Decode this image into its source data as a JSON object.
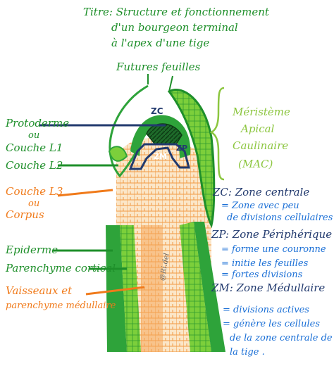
{
  "title": {
    "line1": "Titre: Structure et fonctionnement",
    "line2": "d'un bourgeon terminal",
    "line3": "à l'apex d'une tige"
  },
  "labels": {
    "futures_feuilles": "Futures feuilles",
    "protoderme": "Protoderme",
    "ou1": "ou",
    "couche_l1": "Couche L1",
    "couche_l2": "Couche L2",
    "couche_l3": "Couche L3",
    "ou2": "ou",
    "corpus": "Corpus",
    "epiderme": "Epiderme",
    "parenchyme_cortical": "Parenchyme cortical",
    "vaisseaux_1": "Vaisseaux et",
    "vaisseaux_2": "parenchyme médullaire",
    "signature": "@Ri.del"
  },
  "zones": {
    "zc": "ZC",
    "zm": "ZM",
    "zp": "ZP"
  },
  "mac": {
    "line1": "Méristème",
    "line2": "Apical",
    "line3": "Caulinaire",
    "line4": "(MAC)"
  },
  "legend": {
    "zc_head": "ZC: Zone centrale",
    "zc_1": "= Zone avec peu",
    "zc_2": "de divisions cellulaires",
    "zp_head": "ZP: Zone Périphérique",
    "zp_1": "= forme une couronne",
    "zp_2": "= initie les feuilles",
    "zp_3": "= fortes divisions",
    "zm_head": "ZM: Zone Médullaire",
    "zm_1": "= divisions actives",
    "zm_2": "= génère les cellules",
    "zm_3": "de la zone centrale de",
    "zm_4": "la tige ."
  },
  "colors": {
    "green": "#1e8f2a",
    "lime": "#8cc63f",
    "orange": "#f07a1a",
    "blue": "#1a6fd6",
    "dark": "#223a6e"
  }
}
